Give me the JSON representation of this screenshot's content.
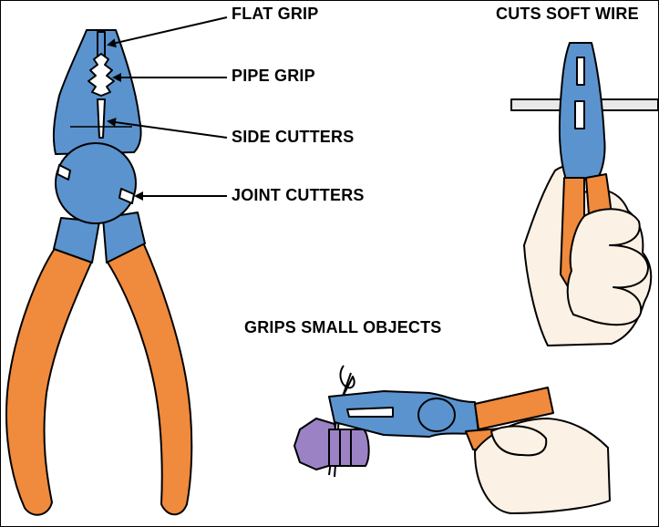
{
  "labels": {
    "flat_grip": "FLAT GRIP",
    "pipe_grip": "PIPE GRIP",
    "side_cutters": "SIDE CUTTERS",
    "joint_cutters": "JOINT CUTTERS",
    "cuts_soft_wire": "CUTS SOFT WIRE",
    "grips_small_objects": "GRIPS SMALL OBJECTS"
  },
  "colors": {
    "steel_blue": "#5b93cf",
    "handle_orange": "#f08a3c",
    "skin": "#fbf1e4",
    "bolt_purple": "#9b82c4",
    "outline": "#000000"
  }
}
